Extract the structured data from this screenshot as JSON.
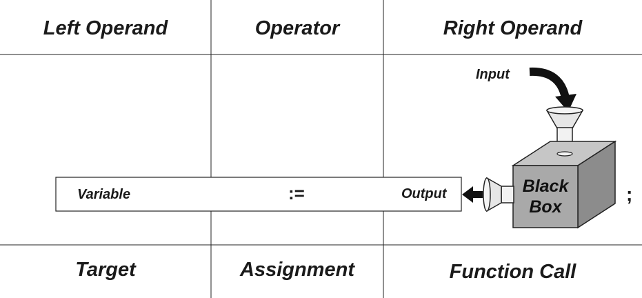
{
  "headers": {
    "left_operand": "Left Operand",
    "operator": "Operator",
    "right_operand": "Right Operand"
  },
  "footers": {
    "target": "Target",
    "assignment": "Assignment",
    "function_call": "Function Call"
  },
  "statement_bar": {
    "variable": "Variable",
    "assign_symbol": ":=",
    "output": "Output"
  },
  "black_box": {
    "line1": "Black",
    "line2": "Box"
  },
  "input_label": "Input",
  "terminator": ";",
  "colors": {
    "box_front": "#a9a9a9",
    "box_top": "#c6c6c6",
    "box_side": "#8c8c8c",
    "lines": "#222222"
  }
}
